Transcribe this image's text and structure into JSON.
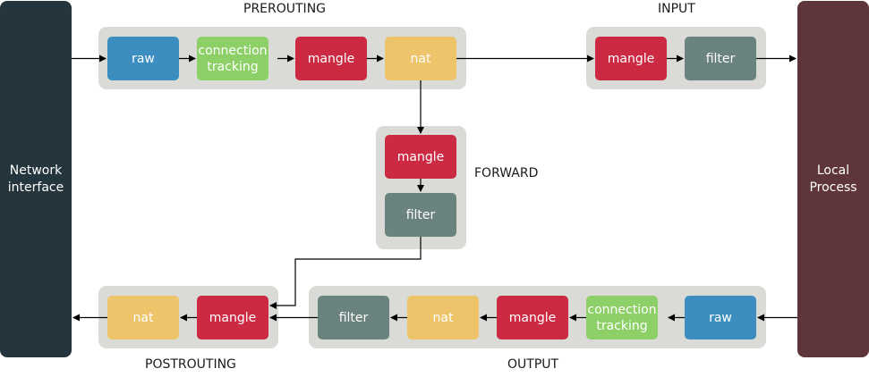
{
  "sides": {
    "network": "Network\ninterface",
    "local": "Local\nProcess"
  },
  "chains": {
    "prerouting": "PREROUTING",
    "input": "INPUT",
    "forward": "FORWARD",
    "output": "OUTPUT",
    "postrouting": "POSTROUTING"
  },
  "tables": {
    "raw": "raw",
    "connection_tracking": "connection\ntracking",
    "mangle": "mangle",
    "nat": "nat",
    "filter": "filter"
  },
  "colors": {
    "raw": "#3b8ebf",
    "connection_tracking": "#8ed068",
    "mangle": "#cc2942",
    "nat": "#eec46a",
    "filter": "#6b837e",
    "network_interface": "#25353d",
    "local_process": "#5e3539",
    "chain_background": "#dadbd6"
  }
}
